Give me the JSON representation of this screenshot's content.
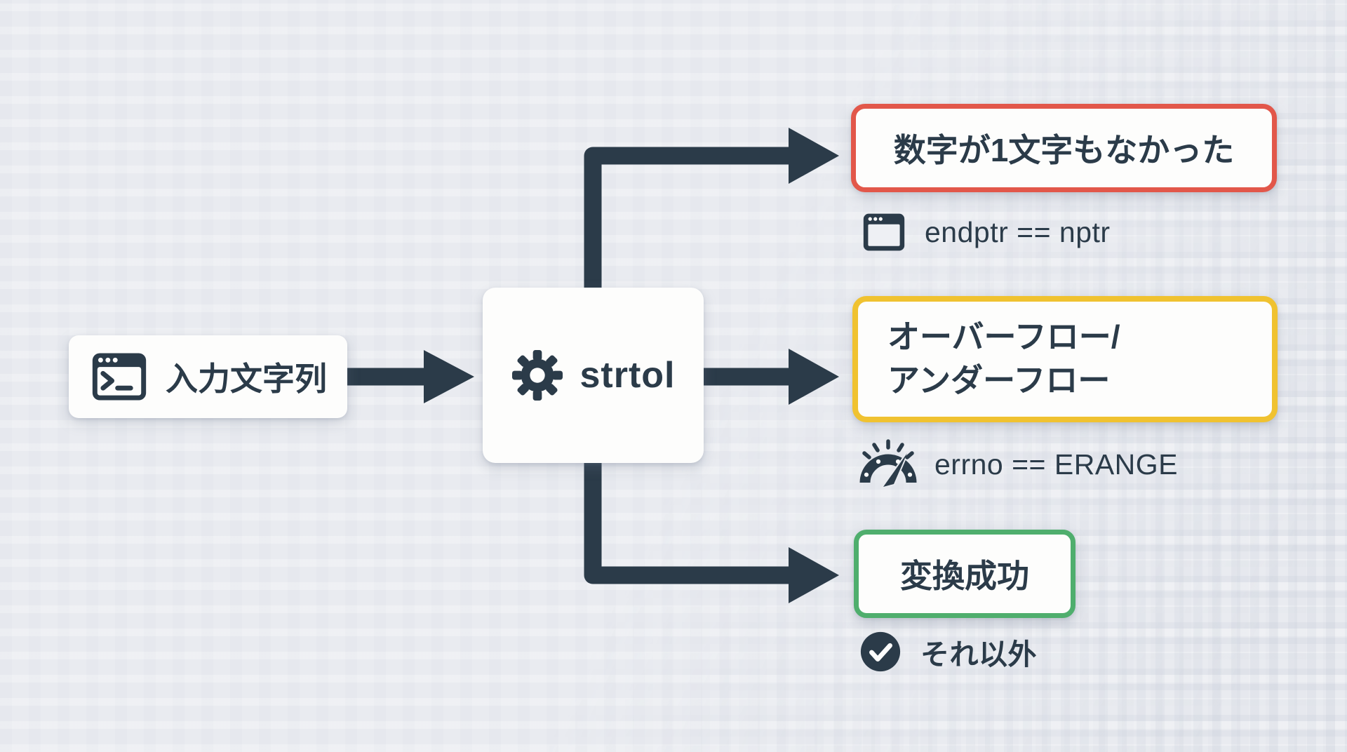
{
  "colors": {
    "background": "#e9ebf0",
    "box_fill": "#fdfdfc",
    "dark": "#2b3b49",
    "red": "#e2574a",
    "yellow": "#f0c230",
    "green": "#4fae6d"
  },
  "nodes": {
    "input": {
      "label": "入力文字列",
      "icon": "terminal-window-icon"
    },
    "process": {
      "label": "strtol",
      "icon": "gear-icon"
    },
    "outcome_no_digits": {
      "label": "数字が1文字もなかった",
      "condition": "endptr == nptr",
      "icon": "window-icon",
      "border_color_key": "red"
    },
    "outcome_range": {
      "label_line1": "オーバーフロー/",
      "label_line2": "アンダーフロー",
      "condition": "errno == ERANGE",
      "icon": "gauge-icon",
      "border_color_key": "yellow"
    },
    "outcome_success": {
      "label": "変換成功",
      "condition": "それ以外",
      "icon": "check-circle-icon",
      "border_color_key": "green"
    }
  }
}
